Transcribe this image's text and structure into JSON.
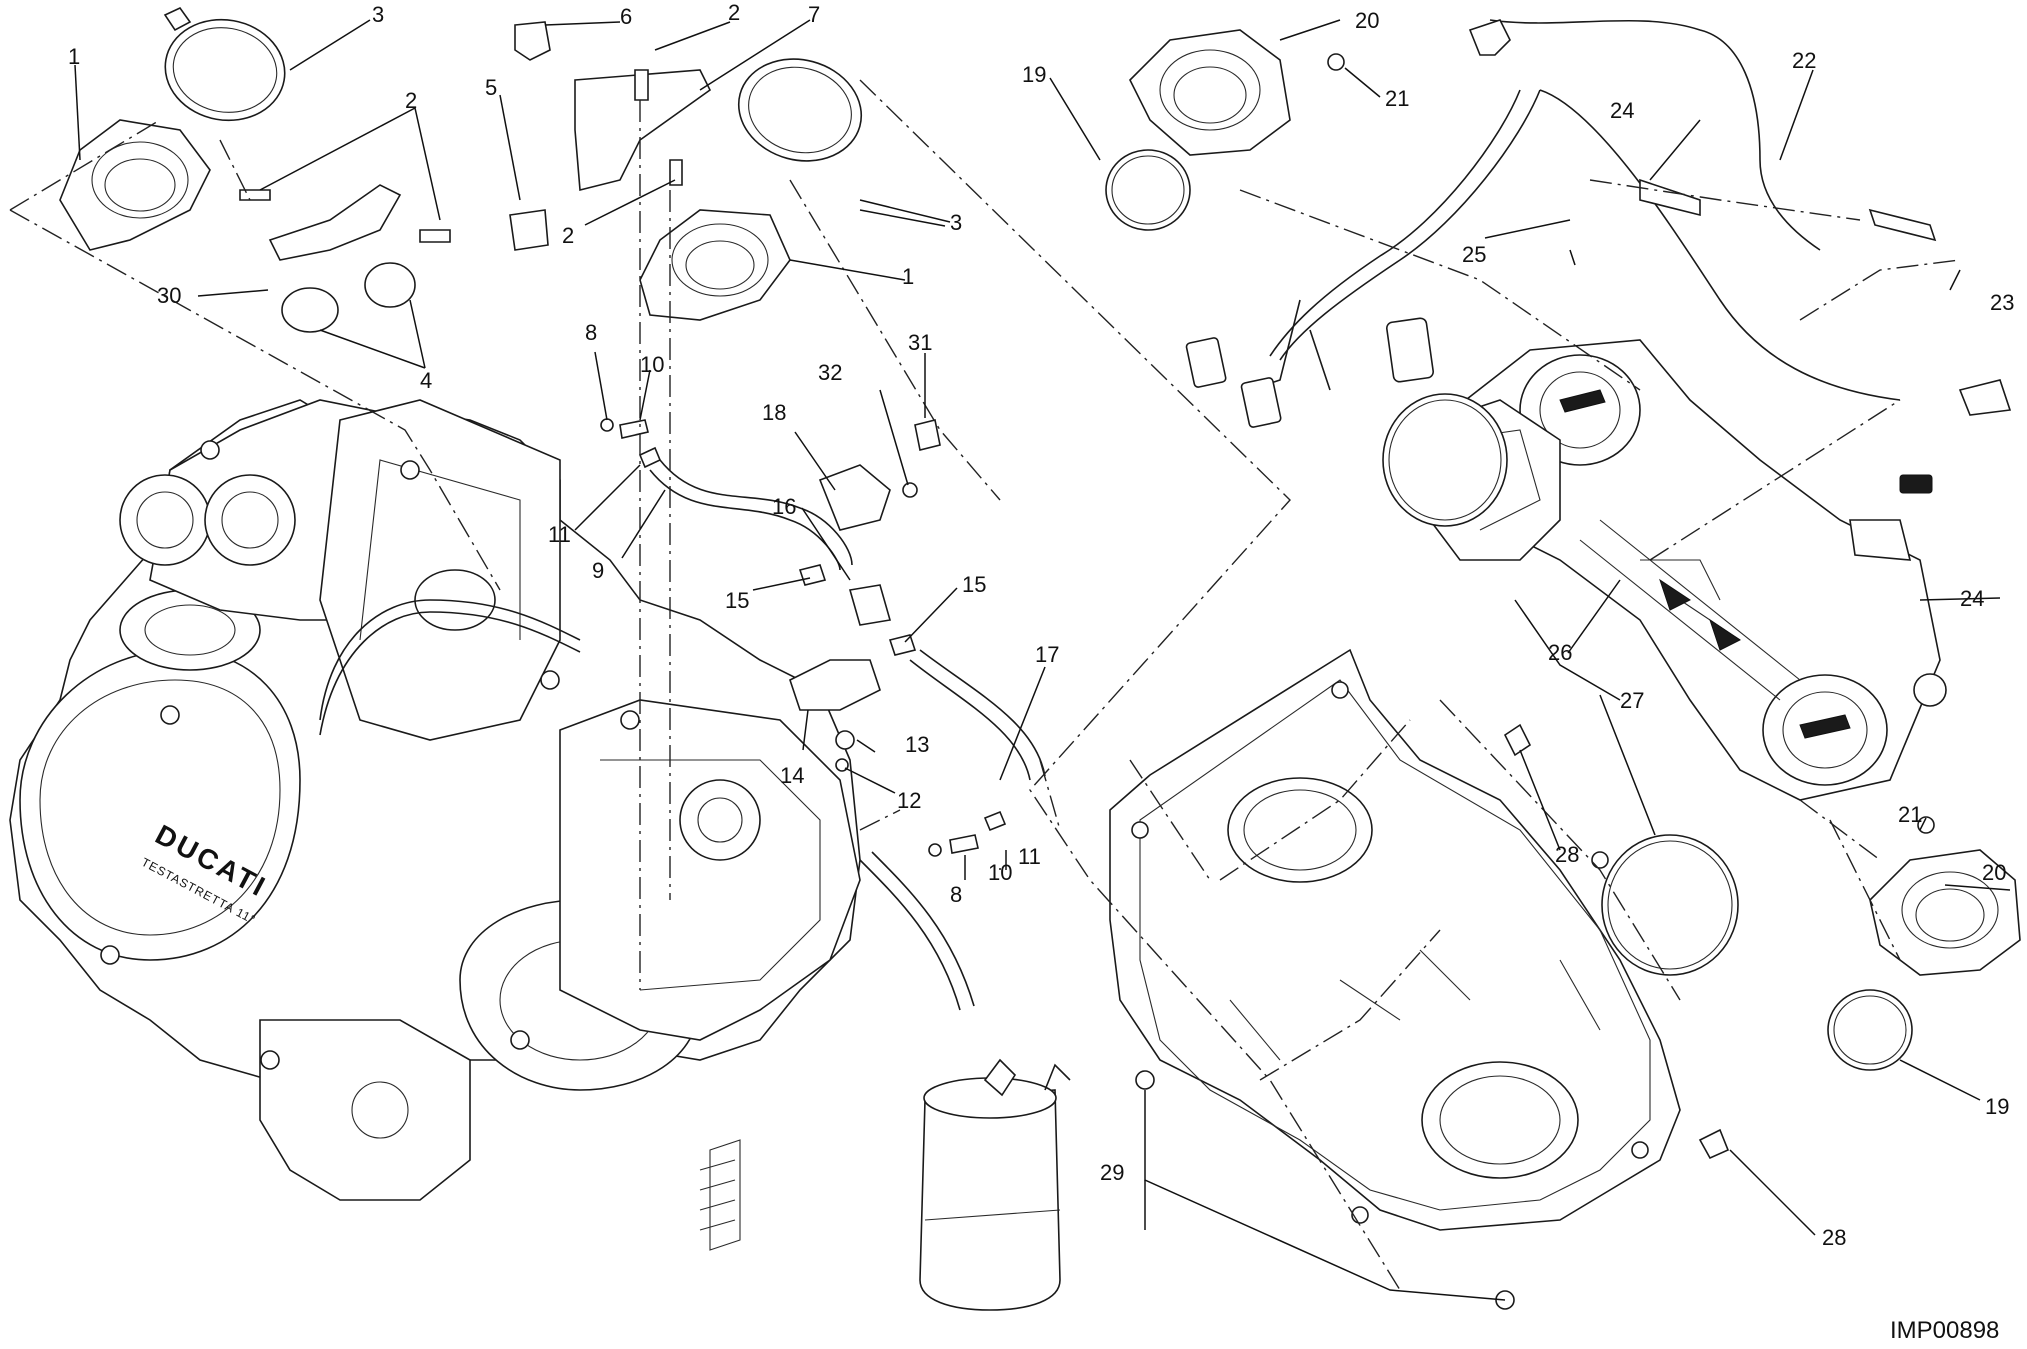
{
  "diagram_code": "IMP00898",
  "callouts": [
    "1",
    "2",
    "3",
    "4",
    "5",
    "6",
    "7",
    "8",
    "9",
    "10",
    "11",
    "12",
    "13",
    "14",
    "15",
    "16",
    "17",
    "18",
    "19",
    "20",
    "21",
    "22",
    "23",
    "24",
    "25",
    "26",
    "27",
    "28",
    "29",
    "30",
    "31",
    "32"
  ],
  "engine_case_text": {
    "brand": "DUCATI",
    "sub": "TESTASTRETTA 11°"
  }
}
